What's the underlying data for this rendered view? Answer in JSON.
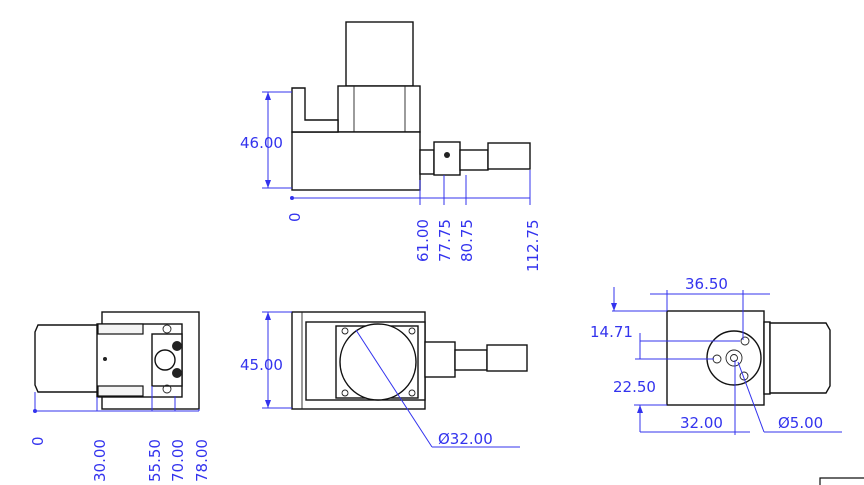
{
  "views": {
    "front": {
      "height_label": "46.00",
      "ordinates": [
        "0",
        "61.00",
        "77.75",
        "80.75",
        "112.75"
      ]
    },
    "side": {
      "ordinates": [
        "0",
        "30.00",
        "55.50",
        "70.00",
        "78.00"
      ]
    },
    "top": {
      "height_label": "45.00",
      "diameter_label": "Ø32.00"
    },
    "end": {
      "width_label": "36.50",
      "offset_label": "14.71",
      "height_label": "22.50",
      "center_label": "32.00",
      "hole_label": "Ø5.00"
    }
  },
  "colors": {
    "dimension": "#3333ee",
    "outline": "#111111"
  }
}
